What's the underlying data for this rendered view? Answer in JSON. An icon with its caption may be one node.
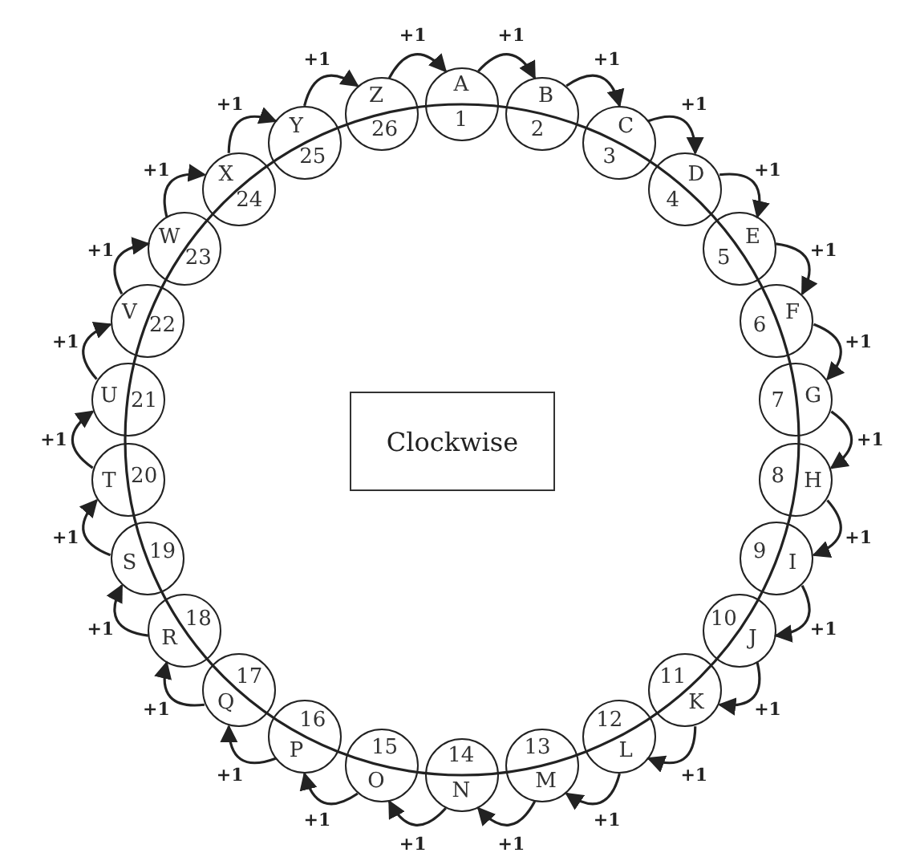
{
  "diagram": {
    "nodes": [
      {
        "text": [
          "A",
          "1"
        ]
      },
      {
        "text": [
          "B",
          "2"
        ]
      },
      {
        "text": [
          "C",
          "3"
        ]
      },
      {
        "text": [
          "D",
          "4"
        ]
      },
      {
        "text": [
          "E",
          "5"
        ]
      },
      {
        "text": [
          "F",
          "6"
        ]
      },
      {
        "text": [
          "7",
          "G"
        ]
      },
      {
        "text": [
          "8",
          "H"
        ]
      },
      {
        "text": [
          "9",
          "I"
        ]
      },
      {
        "text": [
          "10",
          "J"
        ]
      },
      {
        "text": [
          "11",
          "K"
        ]
      },
      {
        "text": [
          "12",
          "L"
        ]
      },
      {
        "text": [
          "13",
          "M"
        ]
      },
      {
        "text": [
          "14",
          "N"
        ]
      },
      {
        "text": [
          "15",
          "O"
        ]
      },
      {
        "text": [
          "16",
          "P"
        ]
      },
      {
        "text": [
          "17",
          "Q"
        ]
      },
      {
        "text": [
          "18",
          "R"
        ]
      },
      {
        "text": [
          "19",
          "S"
        ]
      },
      {
        "text": [
          "T",
          "20"
        ]
      },
      {
        "text": [
          "U",
          "21"
        ]
      },
      {
        "text": [
          "V",
          "22"
        ]
      },
      {
        "text": [
          "W",
          "23"
        ]
      },
      {
        "text": [
          "X",
          "24"
        ]
      },
      {
        "text": [
          "Y",
          "25"
        ]
      },
      {
        "text": [
          "Z",
          "26"
        ]
      },
      {
        "text": [
          "Clockwise"
        ]
      }
    ],
    "edges": [
      {
        "from": 0,
        "to": 1,
        "arrow": "to",
        "label": "+1"
      },
      {
        "from": 1,
        "to": 2,
        "arrow": "to",
        "label": "+1"
      },
      {
        "from": 2,
        "to": 3,
        "arrow": "to",
        "label": "+1"
      },
      {
        "from": 3,
        "to": 4,
        "arrow": "to",
        "label": "+1"
      },
      {
        "from": 4,
        "to": 5,
        "arrow": "to",
        "label": "+1"
      },
      {
        "from": 5,
        "to": 6,
        "arrow": "to",
        "label": "+1"
      },
      {
        "from": 6,
        "to": 7,
        "arrow": "to",
        "label": "+1"
      },
      {
        "from": 7,
        "to": 8,
        "arrow": "to",
        "label": "+1"
      },
      {
        "from": 8,
        "to": 9,
        "arrow": "to",
        "label": "+1"
      },
      {
        "from": 9,
        "to": 10,
        "arrow": "to",
        "label": "+1"
      },
      {
        "from": 10,
        "to": 11,
        "arrow": "to",
        "label": "+1"
      },
      {
        "from": 11,
        "to": 12,
        "arrow": "to",
        "label": "+1"
      },
      {
        "from": 12,
        "to": 13,
        "arrow": "to",
        "label": "+1"
      },
      {
        "from": 13,
        "to": 14,
        "arrow": "to",
        "label": "+1"
      },
      {
        "from": 14,
        "to": 15,
        "arrow": "to",
        "label": "+1"
      },
      {
        "from": 15,
        "to": 16,
        "arrow": "to",
        "label": "+1"
      },
      {
        "from": 16,
        "to": 17,
        "arrow": "to",
        "label": "+1"
      },
      {
        "from": 17,
        "to": 18,
        "arrow": "to",
        "label": "+1"
      },
      {
        "from": 18,
        "to": 19,
        "arrow": "to",
        "label": "+1"
      },
      {
        "from": 19,
        "to": 20,
        "arrow": "to",
        "label": "+1"
      },
      {
        "from": 20,
        "to": 21,
        "arrow": "to",
        "label": "+1"
      },
      {
        "from": 21,
        "to": 22,
        "arrow": "to",
        "label": "+1"
      },
      {
        "from": 22,
        "to": 23,
        "arrow": "to",
        "label": "+1"
      },
      {
        "from": 23,
        "to": 24,
        "arrow": "to",
        "label": "+1"
      },
      {
        "from": 24,
        "to": 25,
        "arrow": "to",
        "label": "+1"
      },
      {
        "from": 25,
        "to": 0,
        "arrow": "to",
        "label": "+1"
      }
    ]
  }
}
